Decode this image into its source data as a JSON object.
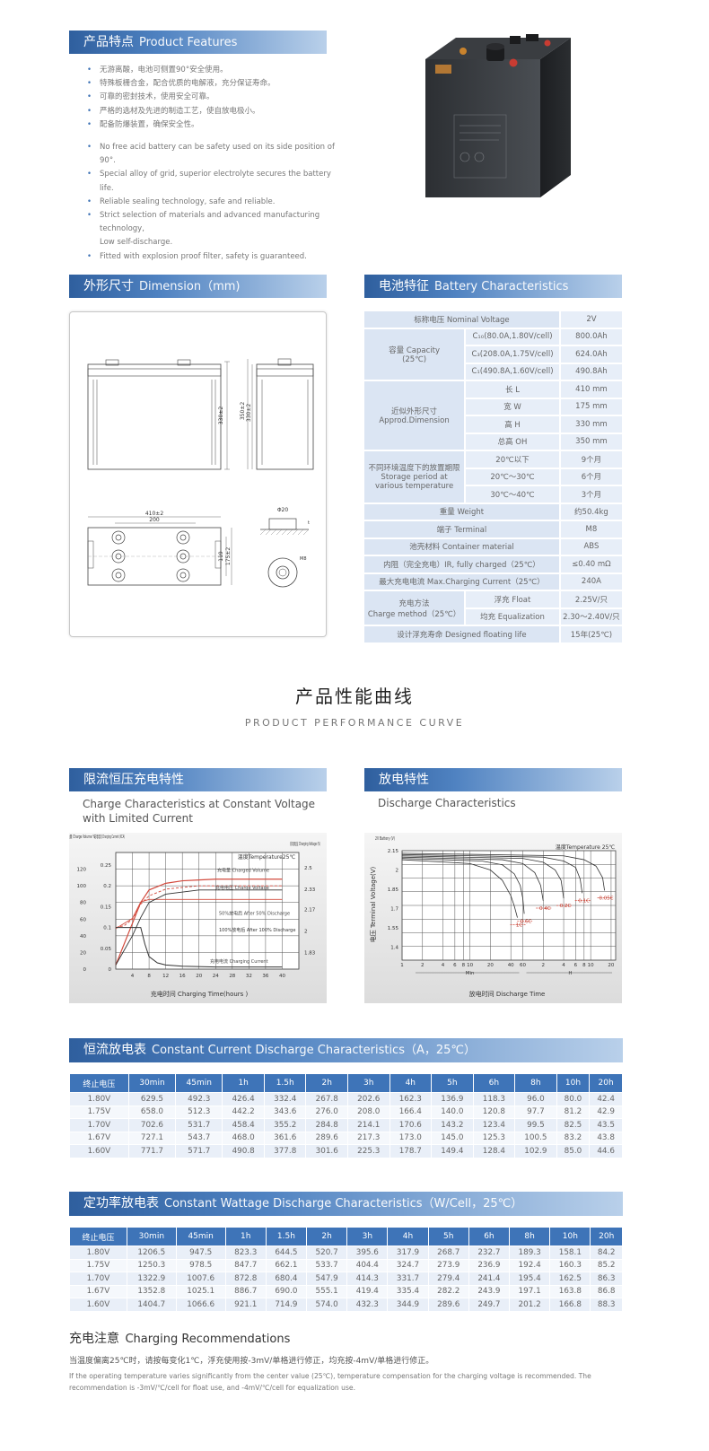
{
  "features": {
    "title_cn": "产品特点",
    "title_en": "Product Features",
    "cn_items": [
      "无游离酸，电池可侧置90°安全使用。",
      "特殊板栅合金，配合优质的电解液，充分保证寿命。",
      "可靠的密封技术，使用安全可靠。",
      "严格的选材及先进的制造工艺，使自放电极小。",
      "配备防爆装置，确保安全性。"
    ],
    "en_items": [
      "No free acid battery can be safety used on its side position of 90°.",
      "Special alloy of grid, superior electrolyte secures the battery life.",
      "Reliable sealing technology, safe and reliable.",
      "Strict selection of materials and advanced manufacturing technology,",
      "Low self-discharge.",
      "Fitted with explosion proof filter, safety is guaranteed."
    ]
  },
  "dimension": {
    "title_cn": "外形尺寸",
    "title_en": "Dimension（mm)",
    "labels": {
      "h_overall": "350±2",
      "h_body": "330±2",
      "h_side_a": "350±2",
      "h_side_b": "330±2",
      "length": "410±2",
      "length_inner": "200",
      "width": "175±2",
      "width_inner": "119",
      "terminal_d": "Φ20",
      "terminal_thread": "M8",
      "terminal_h": "t"
    }
  },
  "battery": {
    "title_cn": "电池特征",
    "title_en": "Battery Characteristics",
    "rows": {
      "nominal_voltage": {
        "label": "标称电压  Nominal Voltage",
        "value": "2V"
      },
      "capacity": {
        "label_cn": "容量 Capacity",
        "label_en": "(25℃)",
        "items": [
          {
            "cond": "C₁₀(80.0A,1.80V/cell)",
            "value": "800.0Ah"
          },
          {
            "cond": "C₃(208.0A,1.75V/cell)",
            "value": "624.0Ah"
          },
          {
            "cond": "C₁(490.8A,1.60V/cell)",
            "value": "490.8Ah"
          }
        ]
      },
      "dimension": {
        "label_cn": "近似外形尺寸",
        "label_en": "Approd.Dimension",
        "items": [
          {
            "cond": "长 L",
            "value": "410 mm"
          },
          {
            "cond": "宽 W",
            "value": "175 mm"
          },
          {
            "cond": "高 H",
            "value": "330 mm"
          },
          {
            "cond": "总高 OH",
            "value": "350 mm"
          }
        ]
      },
      "storage": {
        "label_cn": "不同环境温度下的放置期限",
        "label_en": "Storage period at various temperature",
        "items": [
          {
            "cond": "20℃以下",
            "value": "9个月"
          },
          {
            "cond": "20℃～30℃",
            "value": "6个月"
          },
          {
            "cond": "30℃～40℃",
            "value": "3个月"
          }
        ]
      },
      "weight": {
        "label": "重量  Weight",
        "value": "约50.4kg"
      },
      "terminal": {
        "label": "端子  Terminal",
        "value": "M8"
      },
      "container": {
        "label": "池壳材料  Container material",
        "value": "ABS"
      },
      "resistance": {
        "label": "内阻（完全充电）IR, fully charged（25℃）",
        "value": "≤0.40 mΩ"
      },
      "max_charge": {
        "label": "最大充电电流  Max.Charging Current（25℃）",
        "value": "240A"
      },
      "charge_method": {
        "label_cn": "充电方法",
        "label_en": "Charge method（25℃）",
        "items": [
          {
            "cond": "浮充  Float",
            "value": "2.25V/只"
          },
          {
            "cond": "均充  Equalization",
            "value": "2.30～2.40V/只"
          }
        ]
      },
      "design_life": {
        "label": "设计浮充寿命  Designed floating life",
        "value": "15年(25℃)"
      }
    }
  },
  "performance": {
    "title_cn": "产品性能曲线",
    "title_en": "PRODUCT PERFORMANCE CURVE"
  },
  "charge_chart": {
    "bar_title": "限流恒压充电特性",
    "subtitle": "Charge Characteristics at Constant Voltage with Limited Current"
  },
  "discharge_chart": {
    "bar_title": "放电特性",
    "subtitle": "Discharge Characteristics"
  },
  "chart_data": [
    {
      "type": "line",
      "title": "温度Temperature25℃",
      "xlabel": "充电时间 Charging Time(hours )",
      "xlim": [
        0,
        44
      ],
      "x_ticks": [
        4,
        8,
        12,
        16,
        20,
        24,
        28,
        32,
        36,
        40
      ],
      "y_axes": [
        {
          "label": "充电量 Charge Volume %",
          "ticks": [
            0,
            20,
            40,
            60,
            80,
            100,
            120
          ]
        },
        {
          "label": "充电电流 Charging Current (XCA)",
          "ticks": [
            0,
            0.05,
            0.1,
            0.15,
            0.2,
            0.25
          ]
        },
        {
          "label": "充电电压 Charging Voltage (V)",
          "ticks": [
            1.83,
            2.0,
            2.17,
            2.33,
            2.5
          ]
        }
      ],
      "series": [
        {
          "name": "充电量 Charged Volume",
          "axis": 0,
          "x": [
            0,
            4,
            6,
            8,
            12,
            16,
            20,
            24,
            28,
            32,
            36,
            40
          ],
          "y": [
            5,
            55,
            80,
            95,
            103,
            106,
            107,
            108,
            108,
            108,
            108,
            108
          ]
        },
        {
          "name": "充电电压 Charge Voltage",
          "axis": 2,
          "x": [
            0,
            4,
            6,
            8,
            12,
            20,
            28,
            36,
            40
          ],
          "y": [
            2.02,
            2.1,
            2.23,
            2.25,
            2.25,
            2.25,
            2.25,
            2.25,
            2.25
          ]
        },
        {
          "name": "50%放电后 After 50% Discharge",
          "axis": 0,
          "x": [
            0,
            2,
            4,
            6,
            8,
            12,
            20,
            30,
            40
          ],
          "y": [
            50,
            52,
            60,
            78,
            88,
            96,
            100,
            100,
            100
          ]
        },
        {
          "name": "100%放电后 After 100% Discharge",
          "axis": 0,
          "x": [
            0,
            4,
            6,
            8,
            12,
            20,
            30,
            40
          ],
          "y": [
            5,
            40,
            62,
            80,
            90,
            95,
            95,
            95
          ]
        },
        {
          "name": "充电电流 Charging Current",
          "axis": 1,
          "x": [
            0,
            4,
            6,
            7,
            8,
            10,
            12,
            16,
            24,
            32,
            40
          ],
          "y": [
            0.1,
            0.1,
            0.1,
            0.06,
            0.03,
            0.015,
            0.01,
            0.007,
            0.005,
            0.005,
            0.005
          ]
        }
      ]
    },
    {
      "type": "line",
      "title": "温度Temperature 25℃",
      "xlabel": "放电时间 Discharge Time",
      "ylabel": "电压 Terminal Voltage(V)",
      "y_top_label": "2V Battery (V)",
      "ylim": [
        1.3,
        2.15
      ],
      "y_ticks": [
        1.4,
        1.55,
        1.7,
        1.85,
        2.0,
        2.15
      ],
      "x_ticks": [
        "1",
        "2",
        "4",
        "6",
        "8",
        "10",
        "20",
        "40",
        "60",
        "2",
        "4",
        "6",
        "8",
        "10",
        "20"
      ],
      "x_units": [
        "Min",
        "H"
      ],
      "series": [
        {
          "name": "1C",
          "x": [
            0,
            10,
            20,
            30,
            40,
            45,
            50
          ],
          "y": [
            2.08,
            2.05,
            2.0,
            1.92,
            1.8,
            1.72,
            1.63
          ]
        },
        {
          "name": "0.6C",
          "x": [
            0,
            15,
            30,
            45,
            55,
            60,
            63
          ],
          "y": [
            2.09,
            2.07,
            2.04,
            1.97,
            1.88,
            1.78,
            1.66
          ]
        },
        {
          "name": "0.4C",
          "x": [
            0,
            30,
            60,
            90,
            110,
            120
          ],
          "y": [
            2.1,
            2.08,
            2.05,
            1.98,
            1.88,
            1.76
          ]
        },
        {
          "name": "0.2C",
          "x": [
            0,
            60,
            120,
            180,
            220,
            240
          ],
          "y": [
            2.11,
            2.09,
            2.06,
            2.0,
            1.92,
            1.78
          ]
        },
        {
          "name": "0.1C",
          "x": [
            0,
            120,
            240,
            360,
            420,
            450
          ],
          "y": [
            2.12,
            2.1,
            2.07,
            2.02,
            1.93,
            1.82
          ]
        },
        {
          "name": "0.05C",
          "x": [
            0,
            240,
            480,
            720,
            900,
            960
          ],
          "y": [
            2.13,
            2.11,
            2.08,
            2.03,
            1.94,
            1.84
          ]
        }
      ]
    }
  ],
  "cc_table": {
    "title_cn": "恒流放电表",
    "title_en": "Constant Current Discharge Characteristics（A，25℃）",
    "headers": [
      "终止电压",
      "30min",
      "45min",
      "1h",
      "1.5h",
      "2h",
      "3h",
      "4h",
      "5h",
      "6h",
      "8h",
      "10h",
      "20h"
    ],
    "rows": [
      [
        "1.80V",
        "629.5",
        "492.3",
        "426.4",
        "332.4",
        "267.8",
        "202.6",
        "162.3",
        "136.9",
        "118.3",
        "96.0",
        "80.0",
        "42.4"
      ],
      [
        "1.75V",
        "658.0",
        "512.3",
        "442.2",
        "343.6",
        "276.0",
        "208.0",
        "166.4",
        "140.0",
        "120.8",
        "97.7",
        "81.2",
        "42.9"
      ],
      [
        "1.70V",
        "702.6",
        "531.7",
        "458.4",
        "355.2",
        "284.8",
        "214.1",
        "170.6",
        "143.2",
        "123.4",
        "99.5",
        "82.5",
        "43.5"
      ],
      [
        "1.67V",
        "727.1",
        "543.7",
        "468.0",
        "361.6",
        "289.6",
        "217.3",
        "173.0",
        "145.0",
        "125.3",
        "100.5",
        "83.2",
        "43.8"
      ],
      [
        "1.60V",
        "771.7",
        "571.7",
        "490.8",
        "377.8",
        "301.6",
        "225.3",
        "178.7",
        "149.4",
        "128.4",
        "102.9",
        "85.0",
        "44.6"
      ]
    ]
  },
  "cw_table": {
    "title_cn": "定功率放电表",
    "title_en": "Constant Wattage Discharge Characteristics（W/Cell，25℃）",
    "headers": [
      "终止电压",
      "30min",
      "45min",
      "1h",
      "1.5h",
      "2h",
      "3h",
      "4h",
      "5h",
      "6h",
      "8h",
      "10h",
      "20h"
    ],
    "rows": [
      [
        "1.80V",
        "1206.5",
        "947.5",
        "823.3",
        "644.5",
        "520.7",
        "395.6",
        "317.9",
        "268.7",
        "232.7",
        "189.3",
        "158.1",
        "84.2"
      ],
      [
        "1.75V",
        "1250.3",
        "978.5",
        "847.7",
        "662.1",
        "533.7",
        "404.4",
        "324.7",
        "273.9",
        "236.9",
        "192.4",
        "160.3",
        "85.2"
      ],
      [
        "1.70V",
        "1322.9",
        "1007.6",
        "872.8",
        "680.4",
        "547.9",
        "414.3",
        "331.7",
        "279.4",
        "241.4",
        "195.4",
        "162.5",
        "86.3"
      ],
      [
        "1.67V",
        "1352.8",
        "1025.1",
        "886.7",
        "690.0",
        "555.1",
        "419.4",
        "335.4",
        "282.2",
        "243.9",
        "197.1",
        "163.8",
        "86.8"
      ],
      [
        "1.60V",
        "1404.7",
        "1066.6",
        "921.1",
        "714.9",
        "574.0",
        "432.3",
        "344.9",
        "289.6",
        "249.7",
        "201.2",
        "166.8",
        "88.3"
      ]
    ]
  },
  "recommend": {
    "title_cn": "充电注意",
    "title_en": "Charging Recommendations",
    "text_cn": "当温度偏离25℃时，请按每变化1℃，浮充使用按-3mV/单格进行修正，均充按-4mV/单格进行修正。",
    "text_en": "If the operating temperature varies significantly from the center value (25℃), temperature compensation for the charging voltage is recommended. The recommendation is -3mV/℃/cell for float use, and -4mV/℃/cell for equalization use."
  }
}
